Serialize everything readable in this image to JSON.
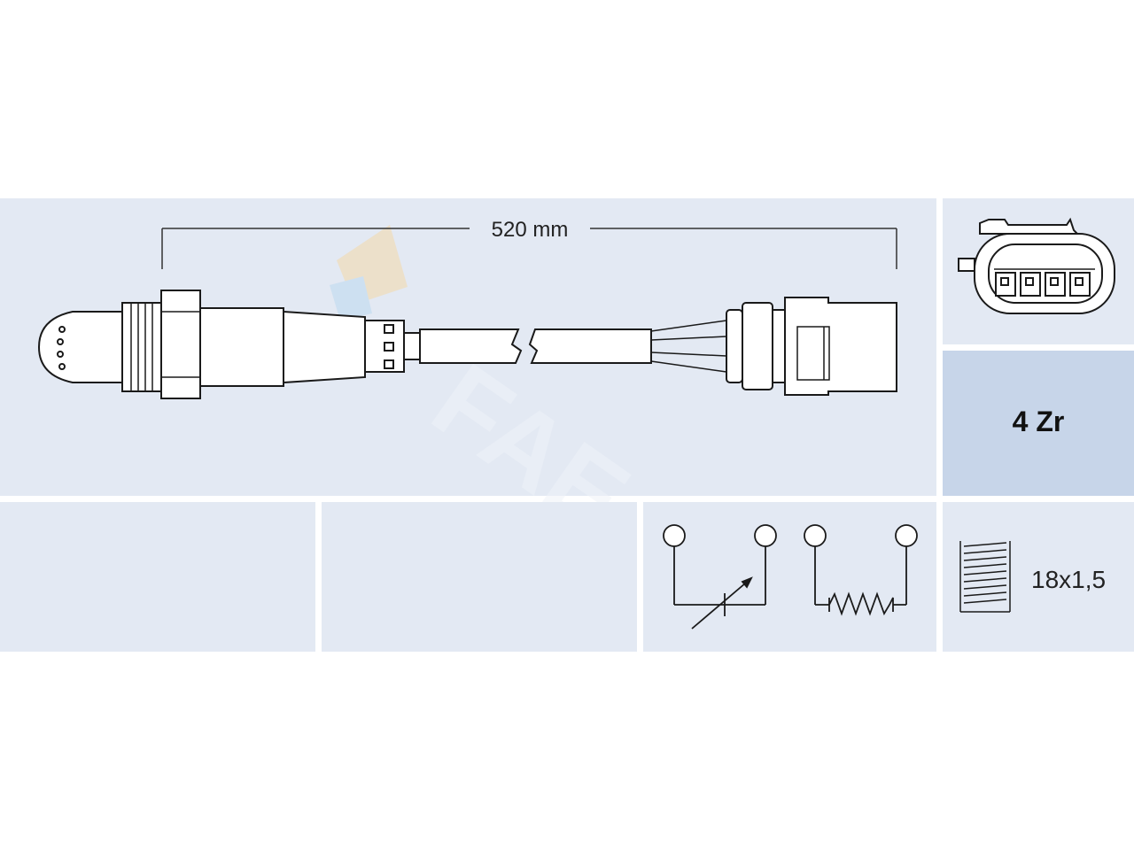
{
  "dimension": {
    "length_label": "520 mm"
  },
  "sensor": {
    "type_label": "4 Zr"
  },
  "thread": {
    "size_label": "18x1,5"
  },
  "watermark": {
    "text": "FAE"
  },
  "colors": {
    "panel": "#e3e9f3",
    "panel_accent": "#c7d5e9",
    "line": "#1a1a1a",
    "part_fill": "#ffffff"
  },
  "icons": [
    "connector-icon",
    "variable-resistor-icon",
    "heater-resistor-icon",
    "thread-icon"
  ]
}
